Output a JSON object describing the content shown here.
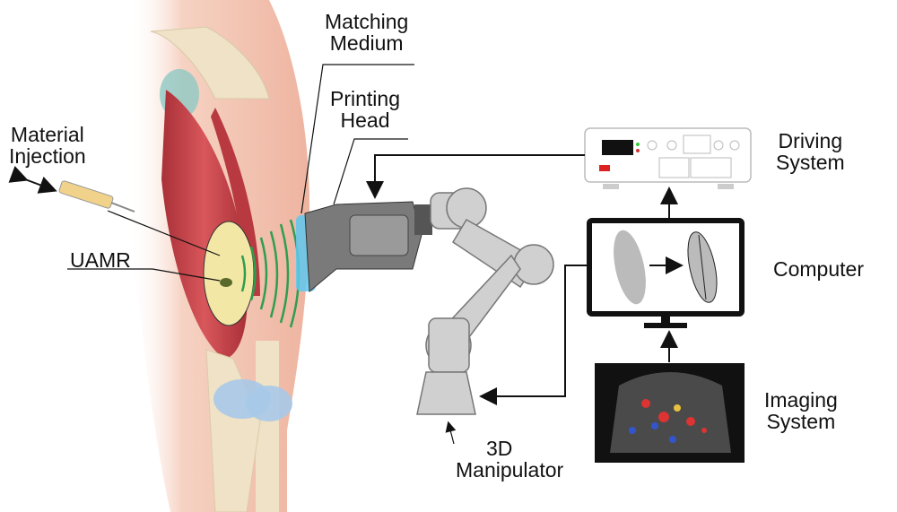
{
  "labels": {
    "matching_medium": [
      "Matching",
      "Medium"
    ],
    "printing_head": [
      "Printing",
      "Head"
    ],
    "material_injection": [
      "Material",
      "Injection"
    ],
    "uamr": "UAMR",
    "driving_system": [
      "Driving",
      "System"
    ],
    "computer": "Computer",
    "imaging_system": [
      "Imaging",
      "System"
    ],
    "manipulator": [
      "3D",
      "Manipulator"
    ]
  },
  "colors": {
    "skin": "#f2c3b0",
    "muscle": "#c8444a",
    "bone": "#efe2c6",
    "robot": "#c9c9c9",
    "wave": "#2e9e4f",
    "medium": "#5ec8f0",
    "uamr_region": "#f3e7a6"
  }
}
